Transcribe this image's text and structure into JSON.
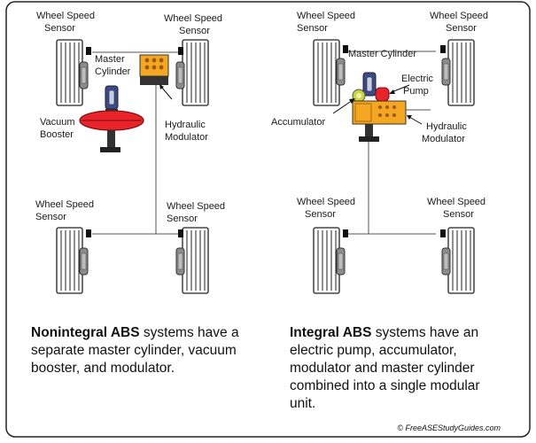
{
  "labels": {
    "wheel_speed_sensor_line1": "Wheel Speed",
    "wheel_speed_sensor_line2": "Sensor",
    "master_cylinder_line1": "Master",
    "master_cylinder_line2": "Cylinder",
    "master_cylinder_single": "Master Cylinder",
    "vacuum_booster_line1": "Vacuum",
    "vacuum_booster_line2": "Booster",
    "hydraulic_modulator_line1": "Hydraulic",
    "hydraulic_modulator_line2": "Modulator",
    "electric_pump_line1": "Electric",
    "electric_pump_line2": "Pump",
    "accumulator": "Accumulator"
  },
  "captions": {
    "nonintegral": {
      "bold": "Nonintegral ABS",
      "rest": " systems have a separate master cylinder, vacuum booster, and modulator."
    },
    "integral": {
      "bold": "Integral ABS",
      "rest": " systems have an electric pump, accumulator, modulator and master cylinder combined into a single modular unit."
    }
  },
  "copyright": "© FreeASEStudyGuides.com",
  "colors": {
    "master_cylinder": "#3b4a8c",
    "modulator": "#f5a623",
    "booster": "#e8232a",
    "pump": "#e8232a",
    "accumulator": "#c7d63b"
  }
}
